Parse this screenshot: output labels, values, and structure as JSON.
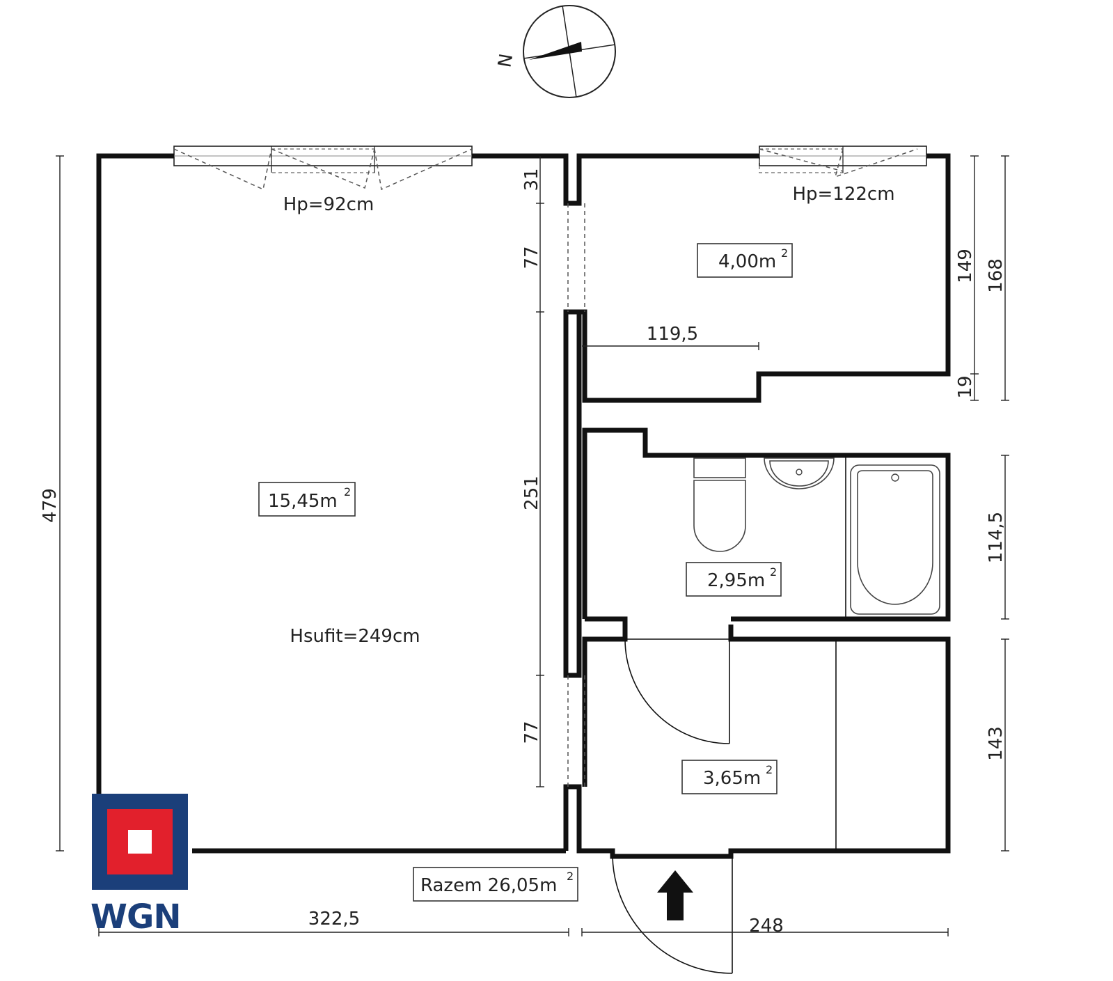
{
  "compass": {
    "north_label": "N"
  },
  "rooms": [
    {
      "id": "living",
      "area": "15,45m",
      "sup": "2"
    },
    {
      "id": "kitchen",
      "area": "4,00m",
      "sup": "2"
    },
    {
      "id": "bathroom",
      "area": "2,95m",
      "sup": "2"
    },
    {
      "id": "hall",
      "area": "3,65m",
      "sup": "2"
    }
  ],
  "total": {
    "label": "Razem 26,05m",
    "sup": "2"
  },
  "notes": {
    "window_left": "Hp=92cm",
    "window_right": "Hp=122cm",
    "ceiling": "Hsufit=249cm"
  },
  "dimensions": {
    "overall_height": "479",
    "wall_31": "31",
    "wall_77_top": "77",
    "wall_251": "251",
    "wall_77_bottom": "77",
    "kitchen_149": "149",
    "kitchen_168": "168",
    "kitchen_19": "19",
    "kitchen_width": "119,5",
    "bath_114_5": "114,5",
    "hall_143": "143",
    "bottom_left": "322,5",
    "bottom_right": "248"
  },
  "logo": {
    "text": "WGN",
    "colors": {
      "blue": "#1b3f7a",
      "red": "#e2202c"
    }
  }
}
